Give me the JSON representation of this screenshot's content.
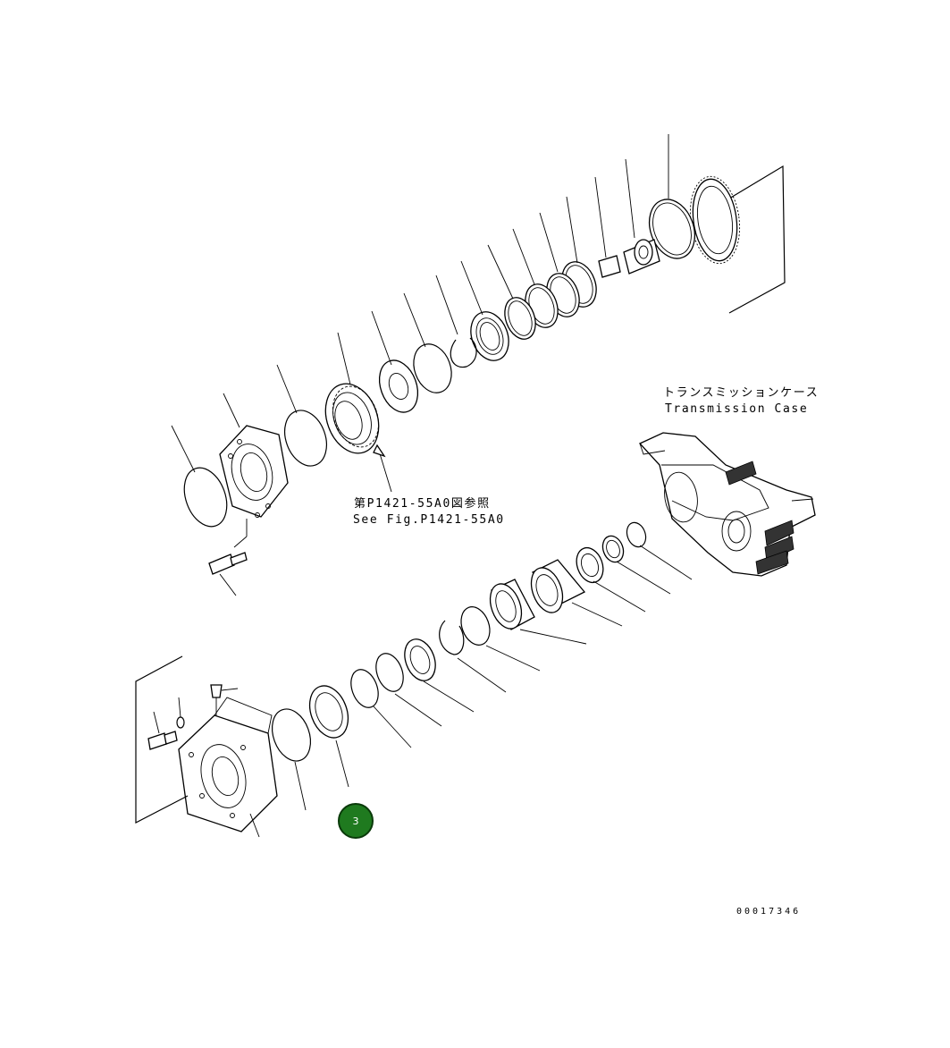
{
  "labels": {
    "case_jp": "トランスミッションケース",
    "case_en": "Transmission Case",
    "ref_jp": "第P1421-55A0図参照",
    "ref_en": "See Fig.P1421-55A0",
    "drawing_number": "00017346"
  },
  "callout": {
    "number": "3",
    "color": "#1f7a1f"
  }
}
